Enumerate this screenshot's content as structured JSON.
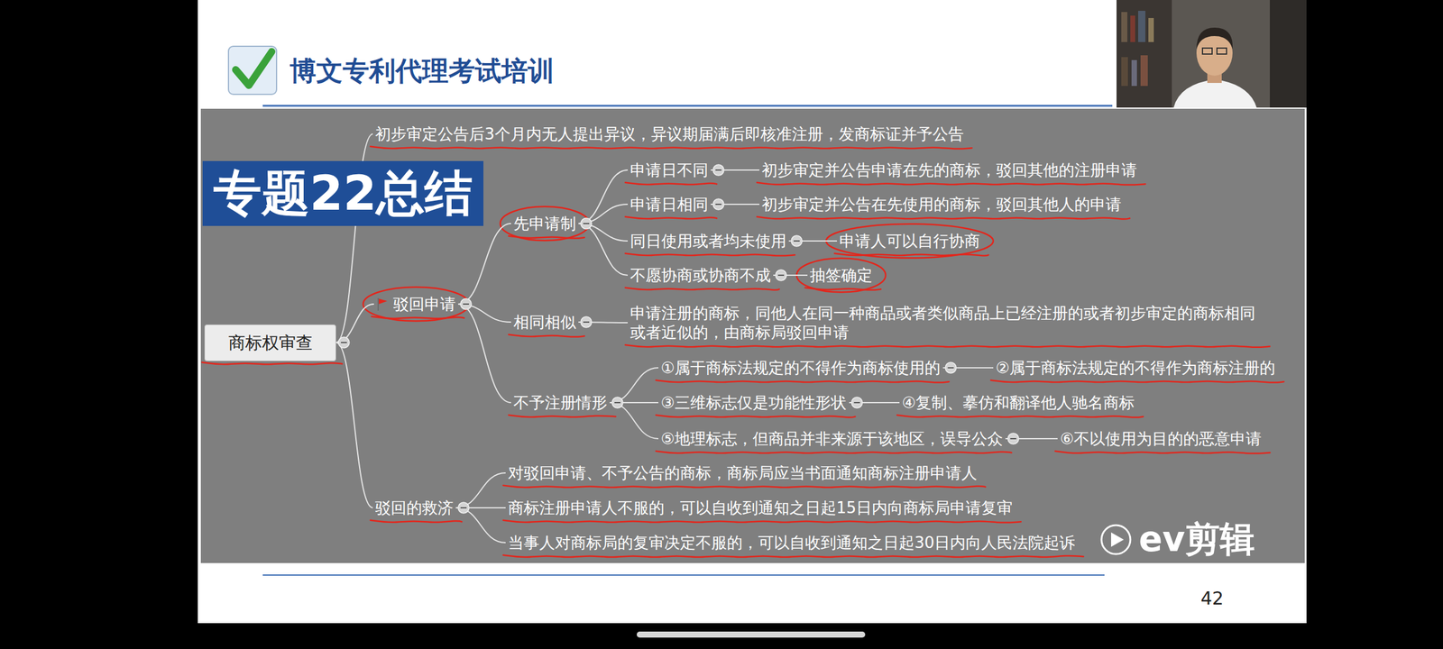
{
  "diagram": {
    "title": "专题22总结",
    "nodes": [
      {
        "text": [
          "商标权审查"
        ]
      },
      {
        "text": [
          "初步审定公告后3个月内无人提出异议，异议期届满后即核准注册，发商标证并予公告"
        ]
      },
      {
        "text": [
          "驳回申请"
        ]
      },
      {
        "text": [
          "先申请制"
        ]
      },
      {
        "text": [
          "申请日不同"
        ]
      },
      {
        "text": [
          "初步审定并公告申请在先的商标，驳回其他的注册申请"
        ]
      },
      {
        "text": [
          "申请日相同"
        ]
      },
      {
        "text": [
          "初步审定并公告在先使用的商标，驳回其他人的申请"
        ]
      },
      {
        "text": [
          "同日使用或者均未使用"
        ]
      },
      {
        "text": [
          "申请人可以自行协商"
        ]
      },
      {
        "text": [
          "不愿协商或协商不成"
        ]
      },
      {
        "text": [
          "抽签确定"
        ]
      },
      {
        "text": [
          "相同相似"
        ]
      },
      {
        "text": [
          "申请注册的商标，同他人在同一种商品或者类似商品上已经注册的或者初步审定的商标相同或者近似的，由商标局驳回申请"
        ]
      },
      {
        "text": [
          "不予注册情形"
        ]
      },
      {
        "text": [
          "①属于商标法规定的不得作为商标使用的"
        ]
      },
      {
        "text": [
          "②属于商标法规定的不得作为商标注册的"
        ]
      },
      {
        "text": [
          "③三维标志仅是功能性形状"
        ]
      },
      {
        "text": [
          "④复制、摹仿和翻译他人驰名商标"
        ]
      },
      {
        "text": [
          "⑤地理标志，但商品并非来源于该地区，误导公众"
        ]
      },
      {
        "text": [
          "⑥不以使用为目的的恶意申请"
        ]
      },
      {
        "text": [
          "驳回的救济"
        ]
      },
      {
        "text": [
          "对驳回申请、不予公告的商标，商标局应当书面通知商标注册申请人"
        ]
      },
      {
        "text": [
          "商标注册申请人不服的，可以自收到通知之日起15日内向商标局申请复审"
        ]
      },
      {
        "text": [
          "当事人对商标局的复审决定不服的，可以自收到通知之日起30日内向人民法院起诉"
        ]
      }
    ],
    "edges": [
      {
        "from": 0,
        "to": 1,
        "arrow": "none"
      },
      {
        "from": 0,
        "to": 2,
        "arrow": "none"
      },
      {
        "from": 0,
        "to": 21,
        "arrow": "none"
      },
      {
        "from": 2,
        "to": 3,
        "arrow": "none"
      },
      {
        "from": 2,
        "to": 12,
        "arrow": "none"
      },
      {
        "from": 2,
        "to": 14,
        "arrow": "none"
      },
      {
        "from": 3,
        "to": 4,
        "arrow": "none"
      },
      {
        "from": 3,
        "to": 6,
        "arrow": "none"
      },
      {
        "from": 3,
        "to": 8,
        "arrow": "none"
      },
      {
        "from": 3,
        "to": 10,
        "arrow": "none"
      },
      {
        "from": 4,
        "to": 5,
        "arrow": "none"
      },
      {
        "from": 6,
        "to": 7,
        "arrow": "none"
      },
      {
        "from": 8,
        "to": 9,
        "arrow": "none"
      },
      {
        "from": 10,
        "to": 11,
        "arrow": "none"
      },
      {
        "from": 12,
        "to": 13,
        "arrow": "none"
      },
      {
        "from": 14,
        "to": 15,
        "arrow": "none"
      },
      {
        "from": 14,
        "to": 17,
        "arrow": "none"
      },
      {
        "from": 14,
        "to": 19,
        "arrow": "none"
      },
      {
        "from": 15,
        "to": 16,
        "arrow": "none"
      },
      {
        "from": 17,
        "to": 18,
        "arrow": "none"
      },
      {
        "from": 19,
        "to": 20,
        "arrow": "none"
      },
      {
        "from": 21,
        "to": 22,
        "arrow": "none"
      },
      {
        "from": 21,
        "to": 23,
        "arrow": "none"
      },
      {
        "from": 21,
        "to": 24,
        "arrow": "none"
      }
    ],
    "labels": [
      "博文专利代理考试培训",
      "42",
      "ev剪辑"
    ]
  }
}
